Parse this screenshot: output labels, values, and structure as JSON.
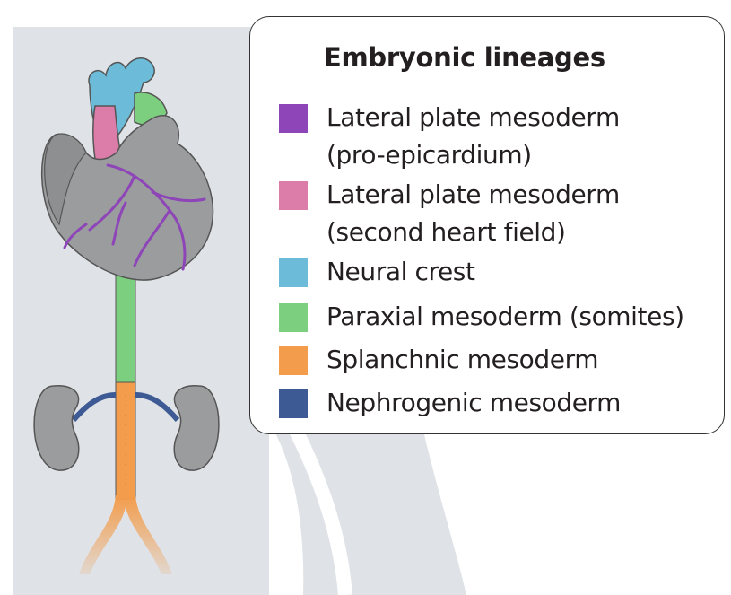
{
  "legend": {
    "title": "Embryonic lineages",
    "items": [
      {
        "label": "Lateral plate mesoderm\n(pro-epicardium)",
        "color": "#8e45b8"
      },
      {
        "label": "Lateral plate mesoderm\n(second heart field)",
        "color": "#dc7ca8"
      },
      {
        "label": "Neural crest",
        "color": "#6cbbd9"
      },
      {
        "label": "Paraxial mesoderm (somites)",
        "color": "#7ccf7e"
      },
      {
        "label": "Splanchnic mesoderm",
        "color": "#f39c4b"
      },
      {
        "label": "Nephrogenic mesoderm",
        "color": "#3e5a94"
      }
    ]
  },
  "colors": {
    "background_silhouette": "#dfe2e6",
    "organ_gray": "#9a9c9e",
    "organ_outline": "#555555"
  },
  "icons": {
    "heart": "heart-icon",
    "kidney_left": "left-kidney-icon",
    "kidney_right": "right-kidney-icon"
  }
}
